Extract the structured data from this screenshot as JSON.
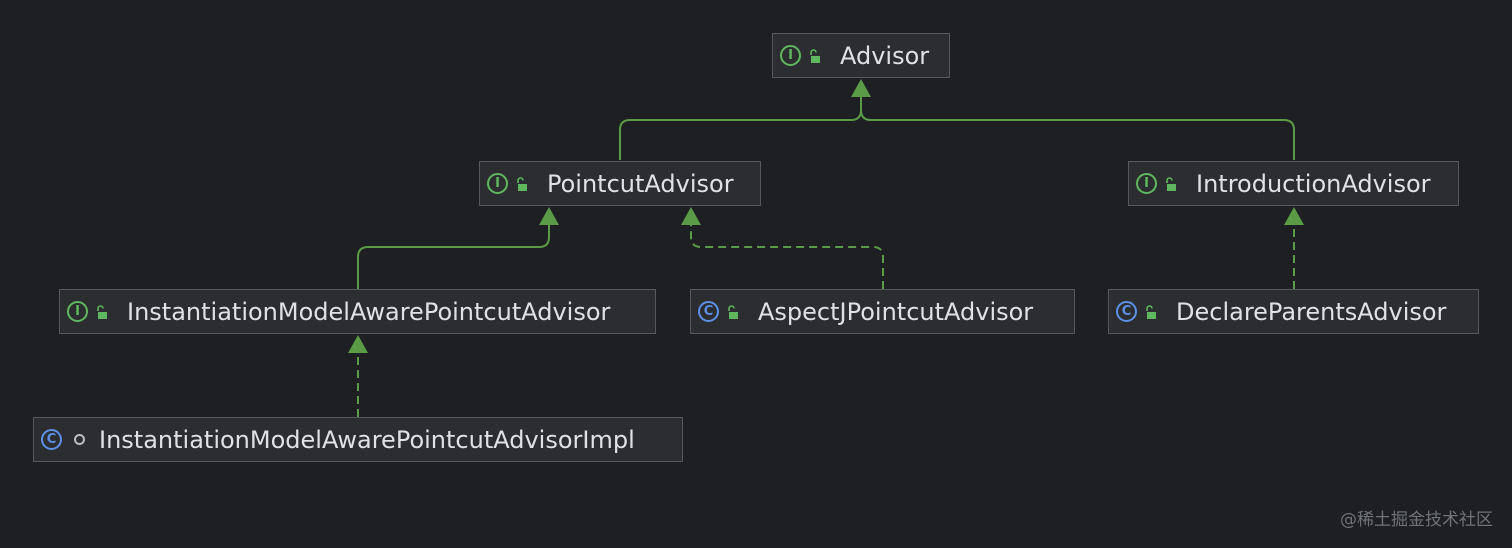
{
  "diagram": {
    "nodes": {
      "advisor": {
        "kind": "I",
        "name": "Advisor"
      },
      "pointcut_advisor": {
        "kind": "I",
        "name": "PointcutAdvisor"
      },
      "introduction_advisor": {
        "kind": "I",
        "name": "IntroductionAdvisor"
      },
      "instantiation_aware": {
        "kind": "I",
        "name": "InstantiationModelAwarePointcutAdvisor"
      },
      "aspectj_pointcut_advisor": {
        "kind": "C",
        "name": "AspectJPointcutAdvisor"
      },
      "declare_parents_advisor": {
        "kind": "C",
        "name": "DeclareParentsAdvisor"
      },
      "instantiation_aware_impl": {
        "kind": "C",
        "name": "InstantiationModelAwarePointcutAdvisorImpl"
      }
    },
    "edges": [
      {
        "from": "PointcutAdvisor",
        "to": "Advisor",
        "style": "extends"
      },
      {
        "from": "IntroductionAdvisor",
        "to": "Advisor",
        "style": "extends"
      },
      {
        "from": "InstantiationModelAwarePointcutAdvisor",
        "to": "PointcutAdvisor",
        "style": "extends"
      },
      {
        "from": "AspectJPointcutAdvisor",
        "to": "PointcutAdvisor",
        "style": "implements"
      },
      {
        "from": "DeclareParentsAdvisor",
        "to": "IntroductionAdvisor",
        "style": "implements"
      },
      {
        "from": "InstantiationModelAwarePointcutAdvisorImpl",
        "to": "InstantiationModelAwarePointcutAdvisor",
        "style": "implements"
      }
    ],
    "colors": {
      "background": "#1e1f22",
      "node_fill": "#2b2d30",
      "node_border": "#55585e",
      "edge": "#5b9a47",
      "interface_icon": "#5fb85f",
      "class_icon": "#5c91e6",
      "text": "#dfe1e5"
    },
    "icons": {
      "interface": "interface-icon",
      "class": "class-icon",
      "public": "unlocked-icon",
      "package_private": "circle-icon"
    }
  },
  "watermark": "@稀土掘金技术社区"
}
